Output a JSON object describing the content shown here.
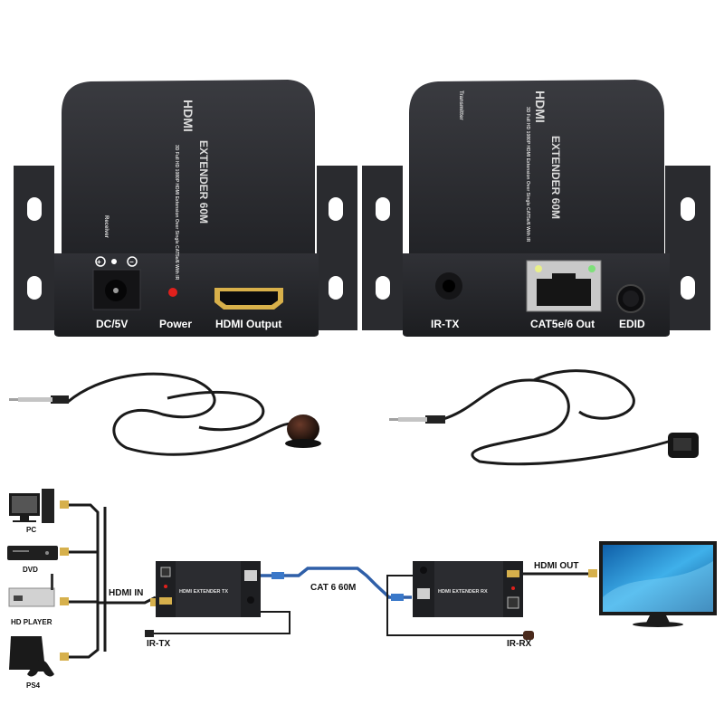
{
  "receiver": {
    "side_label": "Receiver",
    "brand": "HDMI",
    "title": "EXTENDER 60M",
    "subtitle": "3D Full HD 1080P HDMI Extension Over Single CAT5e/6 With IR",
    "ports": {
      "dc": "DC/5V",
      "power": "Power",
      "hdmi_out": "HDMI Output"
    }
  },
  "transmitter": {
    "side_label": "Transmitter",
    "brand": "HDMI",
    "title": "EXTENDER 60M",
    "subtitle": "3D Full HD 1080P HDMI Extension Over Single CAT5e/6 With IR",
    "ports": {
      "ir_tx": "IR-TX",
      "cat": "CAT5e/6 Out",
      "edid": "EDID"
    }
  },
  "diagram": {
    "sources": [
      "PC",
      "DVD",
      "HD PLAYER",
      "PS4"
    ],
    "hdmi_in": "HDMI IN",
    "ir_tx": "IR-TX",
    "tx_box": "HDMI EXTENDER TX",
    "cat": "CAT 6 60M",
    "rx_box": "HDMI EXTENDER RX",
    "hdmi_out": "HDMI OUT",
    "ir_rx": "IR-RX"
  },
  "colors": {
    "device": "#2b2c30",
    "cable": "#1a1a1a",
    "cat_cable": "#2f5fa8",
    "power_led": "#e0201c",
    "tv_screen": "#1f8ad0"
  }
}
